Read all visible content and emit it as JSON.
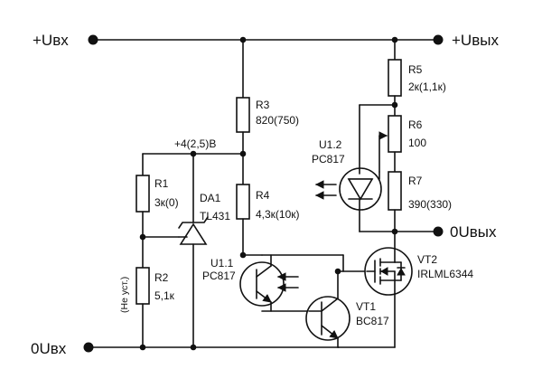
{
  "rails": {
    "vin_pos": "+Uвх",
    "vout_pos": "+Uвых",
    "vin_zero": "0Uвх",
    "vout_zero": "0Uвых"
  },
  "node_voltage": "+4(2,5)В",
  "components": {
    "r1": {
      "ref": "R1",
      "value": "3к(0)"
    },
    "r2": {
      "ref": "R2",
      "value": "5,1к",
      "note": "(Не уст.)"
    },
    "r3": {
      "ref": "R3",
      "value": "820(750)"
    },
    "r4": {
      "ref": "R4",
      "value": "4,3к(10к)"
    },
    "r5": {
      "ref": "R5",
      "value": "2к(1,1к)"
    },
    "r6": {
      "ref": "R6",
      "value": "100"
    },
    "r7": {
      "ref": "R7",
      "value": "390(330)"
    },
    "da1": {
      "ref": "DA1",
      "value": "TL431"
    },
    "u11": {
      "ref": "U1.1",
      "value": "PC817"
    },
    "u12": {
      "ref": "U1.2",
      "value": "PC817"
    },
    "vt1": {
      "ref": "VT1",
      "value": "BC817"
    },
    "vt2": {
      "ref": "VT2",
      "value": "IRLML6344"
    }
  },
  "icons": [
    "terminal-icon",
    "junction-dot-icon",
    "resistor-icon",
    "zener-icon",
    "led-icon",
    "phototransistor-icon",
    "npn-transistor-icon",
    "mosfet-icon"
  ]
}
